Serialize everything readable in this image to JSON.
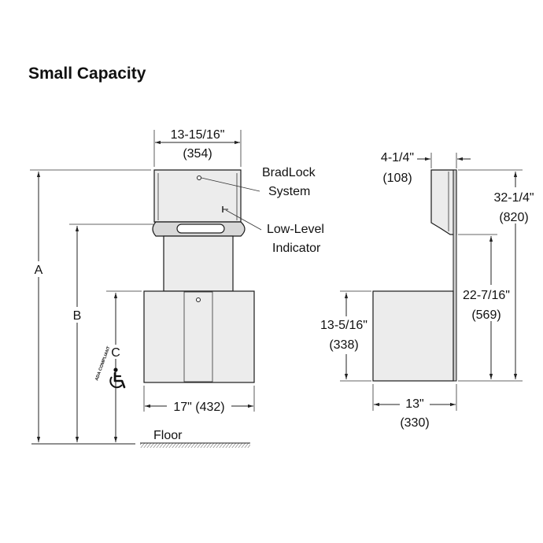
{
  "title": "Small Capacity",
  "front_view": {
    "width_top": {
      "imperial": "13-15/16\"",
      "metric": "(354)"
    },
    "callout_bradlock": {
      "line1": "BradLock",
      "line2": "System"
    },
    "callout_lowlevel": {
      "line1": "Low-Level",
      "line2": "Indicator"
    },
    "width_bottom": "17\" (432)",
    "dim_a": "A",
    "dim_b": "B",
    "dim_c": "C",
    "ada_badge": {
      "text": "ADA COMPLIANT",
      "icon": "wheelchair-icon"
    },
    "floor_label": "Floor"
  },
  "side_view": {
    "depth_top": {
      "imperial": "4-1/4\"",
      "metric": "(108)"
    },
    "height_total": {
      "imperial": "32-1/4\"",
      "metric": "(820)"
    },
    "height_mid": {
      "imperial": "22-7/16\"",
      "metric": "(569)"
    },
    "height_cabinet": {
      "imperial": "13-5/16\"",
      "metric": "(338)"
    },
    "depth_bottom": {
      "imperial": "13\"",
      "metric": "(330)"
    }
  }
}
